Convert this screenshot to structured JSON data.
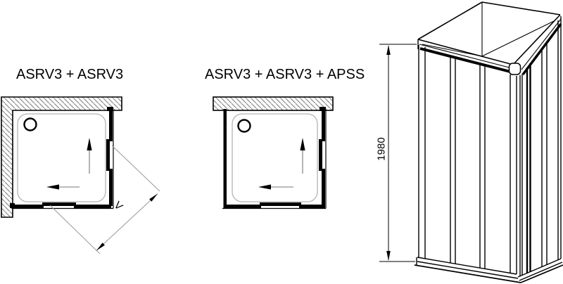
{
  "figures": {
    "left": {
      "title": "ASRV3 + ASRV3",
      "entry_dimension_label": "V"
    },
    "middle": {
      "title": "ASRV3 + ASRV3 + APSS"
    },
    "right": {
      "height_dimension": "1980"
    }
  },
  "colors": {
    "line": "#000000",
    "hatch": "#8c8c8c",
    "tray_outline": "#b3b3b3",
    "dimension_gray": "#999999",
    "background": "#ffffff"
  }
}
